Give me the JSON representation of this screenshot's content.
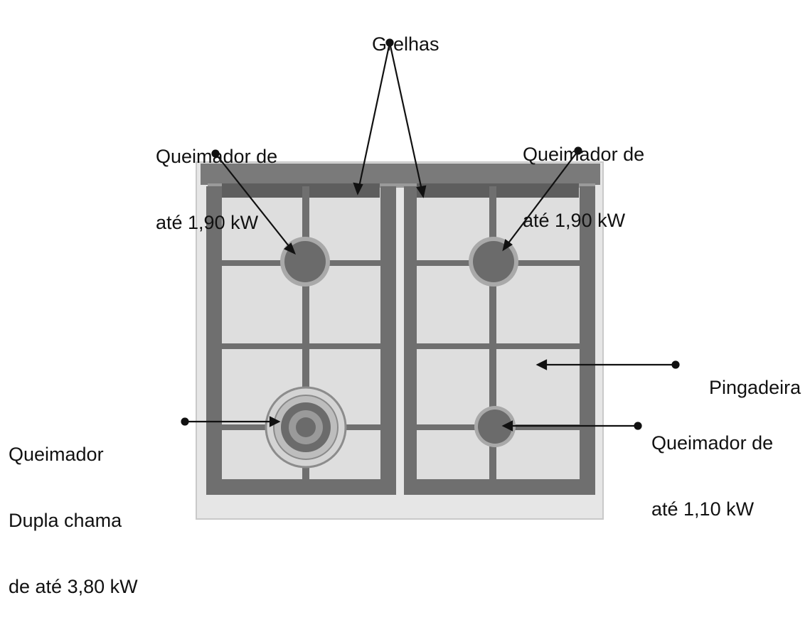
{
  "labels": {
    "grelhas": "Grelhas",
    "burner_top_left": [
      "Queimador de",
      "até 1,90 kW"
    ],
    "burner_top_right": [
      "Queimador de",
      "até 1,90 kW"
    ],
    "pingadeira": "Pingadeira",
    "burner_bottom_right": [
      "Queimador de",
      "até 1,10 kW"
    ],
    "burner_bottom_left": [
      "Queimador",
      "Dupla chama",
      "de até 3,80 kW"
    ]
  },
  "colors": {
    "line": "#111111",
    "grate": "#6f6f6f",
    "grate_dark": "#5e5e5e",
    "plate": "#dedede",
    "cabinet": "#e6e6e6",
    "back_rail": "#7a7a7a",
    "burner": "#6b6b6b",
    "burner_ring": "#a9a9a9"
  }
}
